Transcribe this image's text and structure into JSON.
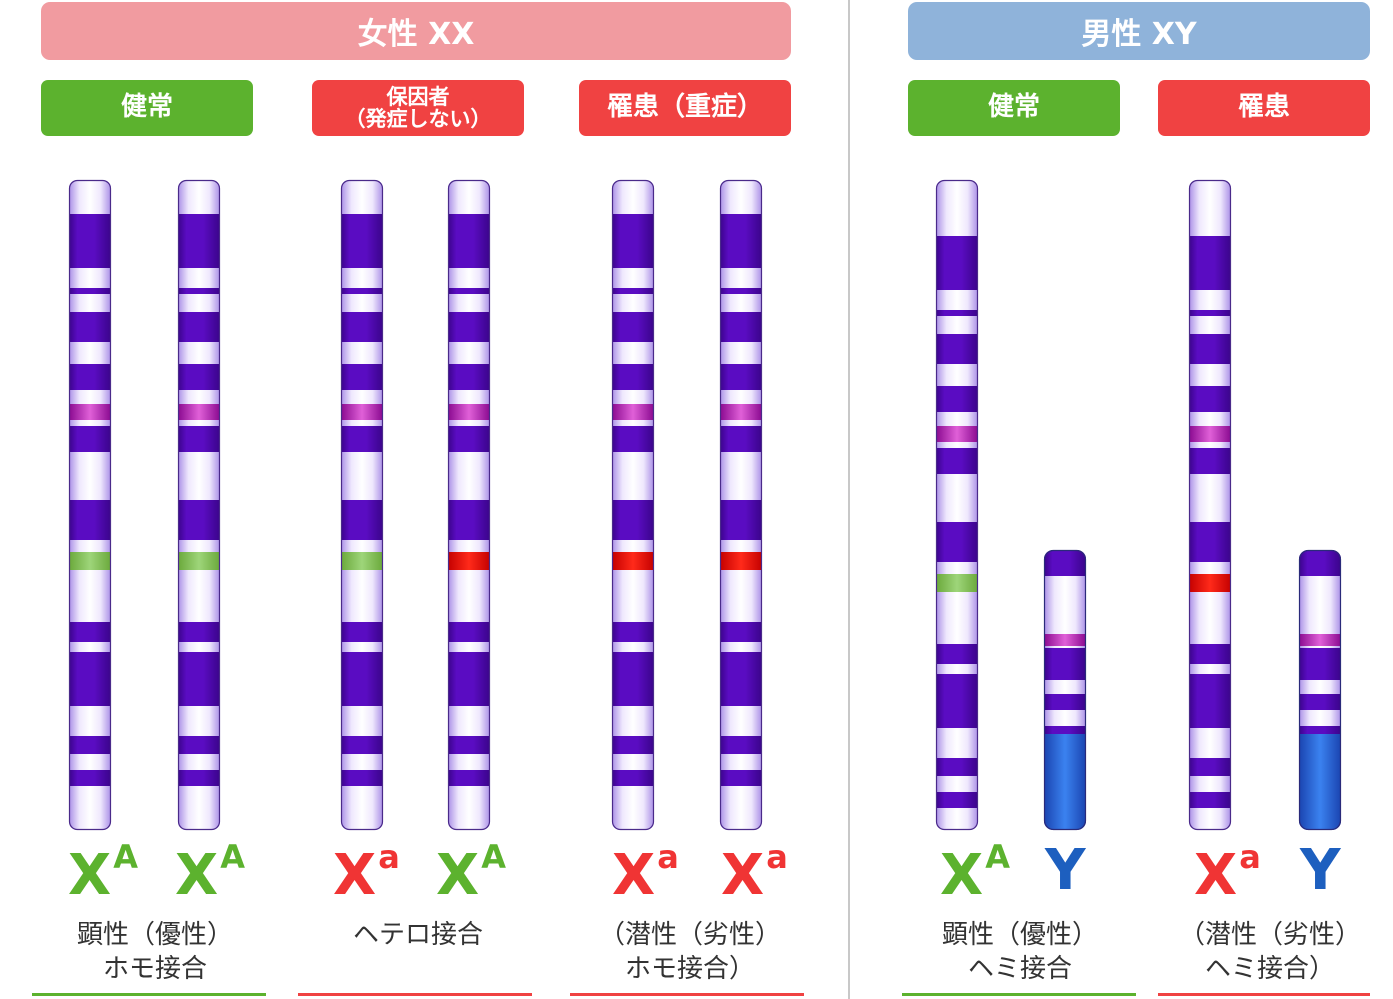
{
  "colors": {
    "female_header": "#f19ba0",
    "male_header": "#8fb3da",
    "normal": "#5cb22e",
    "affected": "#f04242",
    "band_dark": "#5209b8",
    "y_distal": "#2f6fe0",
    "allele_normal": "#5cb22e",
    "allele_affected": "#f03434",
    "allele_y": "#1d5fbf"
  },
  "female": {
    "header": "女性 XX",
    "groups": [
      {
        "label": "健常",
        "status": "normal",
        "alleles": [
          {
            "letter": "X",
            "sup": "A",
            "status": "normal"
          },
          {
            "letter": "X",
            "sup": "A",
            "status": "normal"
          }
        ],
        "caption_lines": [
          "顕性（優性）",
          "ホモ接合"
        ]
      },
      {
        "label_lines": [
          "保因者",
          "（発症しない）"
        ],
        "status": "affected",
        "alleles": [
          {
            "letter": "X",
            "sup": "a",
            "status": "affected"
          },
          {
            "letter": "X",
            "sup": "A",
            "status": "normal"
          }
        ],
        "caption_lines": [
          "ヘテロ接合",
          ""
        ]
      },
      {
        "label": "罹患（重症）",
        "status": "affected",
        "alleles": [
          {
            "letter": "X",
            "sup": "a",
            "status": "affected"
          },
          {
            "letter": "X",
            "sup": "a",
            "status": "affected"
          }
        ],
        "caption_lines": [
          "（潜性（劣性）",
          "ホモ接合）"
        ]
      }
    ]
  },
  "male": {
    "header": "男性 XY",
    "groups": [
      {
        "label": "健常",
        "status": "normal",
        "alleles": [
          {
            "letter": "X",
            "sup": "A",
            "status": "normal"
          },
          {
            "letter": "Y",
            "sup": "",
            "status": "y"
          }
        ],
        "caption_lines": [
          "顕性（優性）",
          "ヘミ接合"
        ]
      },
      {
        "label": "罹患",
        "status": "affected",
        "alleles": [
          {
            "letter": "X",
            "sup": "a",
            "status": "affected"
          },
          {
            "letter": "Y",
            "sup": "",
            "status": "y"
          }
        ],
        "caption_lines": [
          "（潜性（劣性）",
          "ヘミ接合）"
        ]
      }
    ]
  }
}
